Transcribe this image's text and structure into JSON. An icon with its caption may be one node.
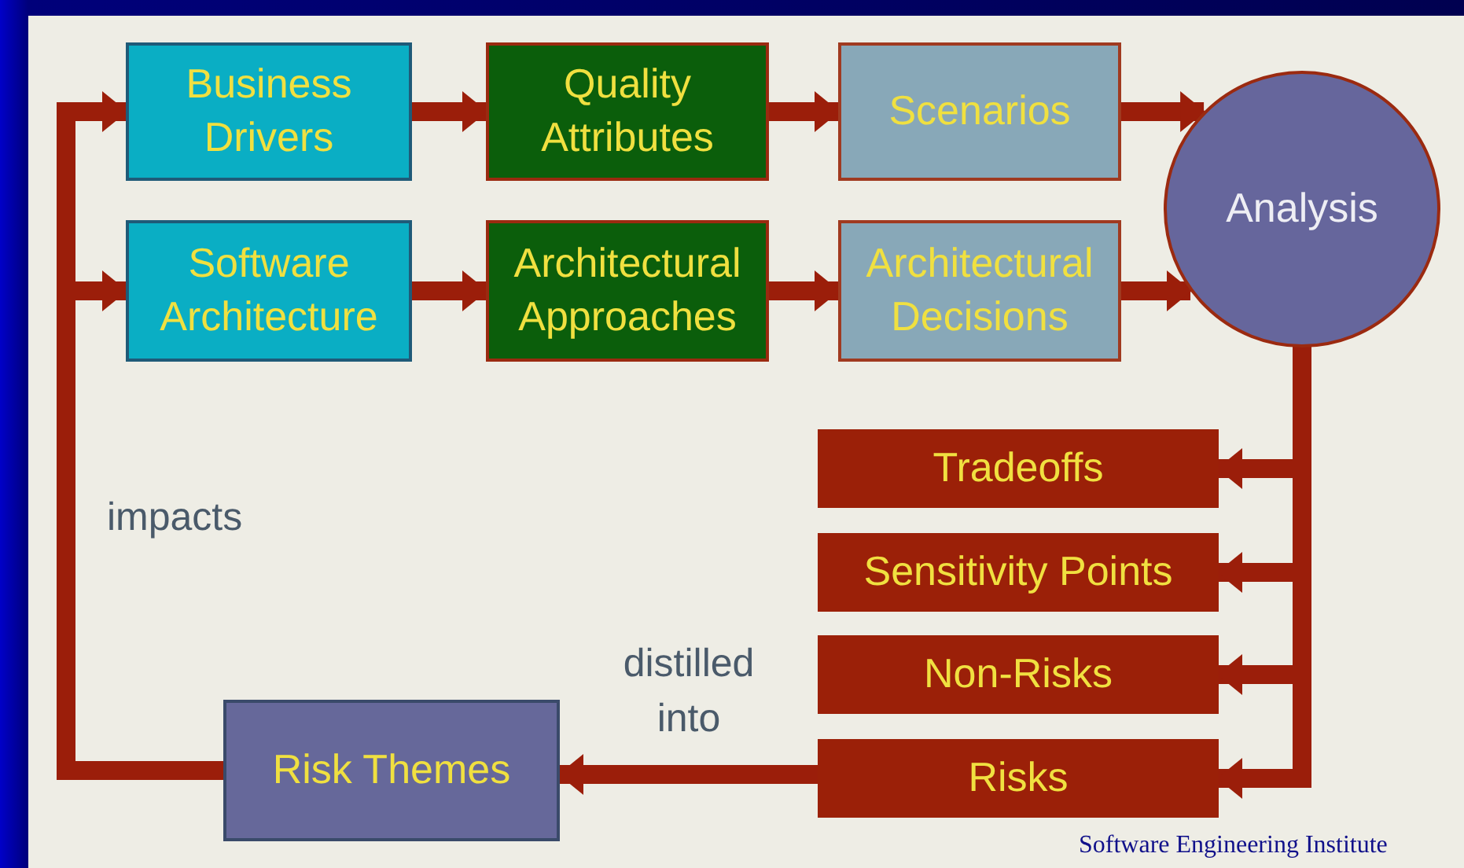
{
  "diagram": {
    "nodes": [
      {
        "text": [
          "Business Drivers"
        ]
      },
      {
        "text": [
          "Quality Attributes"
        ]
      },
      {
        "text": [
          "Scenarios"
        ]
      },
      {
        "text": [
          "Analysis"
        ]
      },
      {
        "text": [
          "Software Architecture"
        ]
      },
      {
        "text": [
          "Architectural Approaches"
        ]
      },
      {
        "text": [
          "Architectural Decisions"
        ]
      },
      {
        "text": [
          "Tradeoffs"
        ]
      },
      {
        "text": [
          "Sensitivity Points"
        ]
      },
      {
        "text": [
          "Non-Risks"
        ]
      },
      {
        "text": [
          "Risks"
        ]
      },
      {
        "text": [
          "Risk Themes"
        ]
      }
    ],
    "edges": [
      {
        "from": 0,
        "to": 1,
        "arrow": "to"
      },
      {
        "from": 1,
        "to": 2,
        "arrow": "to"
      },
      {
        "from": 2,
        "to": 3,
        "arrow": "to"
      },
      {
        "from": 4,
        "to": 5,
        "arrow": "to"
      },
      {
        "from": 5,
        "to": 6,
        "arrow": "to"
      },
      {
        "from": 6,
        "to": 3,
        "arrow": "to"
      },
      {
        "from": 3,
        "to": 7,
        "arrow": "to"
      },
      {
        "from": 3,
        "to": 8,
        "arrow": "to"
      },
      {
        "from": 3,
        "to": 9,
        "arrow": "to"
      },
      {
        "from": 3,
        "to": 10,
        "arrow": "to"
      },
      {
        "from": 10,
        "to": 11,
        "arrow": "to",
        "label": "distilled into"
      },
      {
        "from": 11,
        "to": 0,
        "arrow": "to"
      },
      {
        "from": 11,
        "to": 4,
        "arrow": "to"
      }
    ],
    "labels": [
      "impacts",
      "Software Engineering Institute"
    ]
  }
}
